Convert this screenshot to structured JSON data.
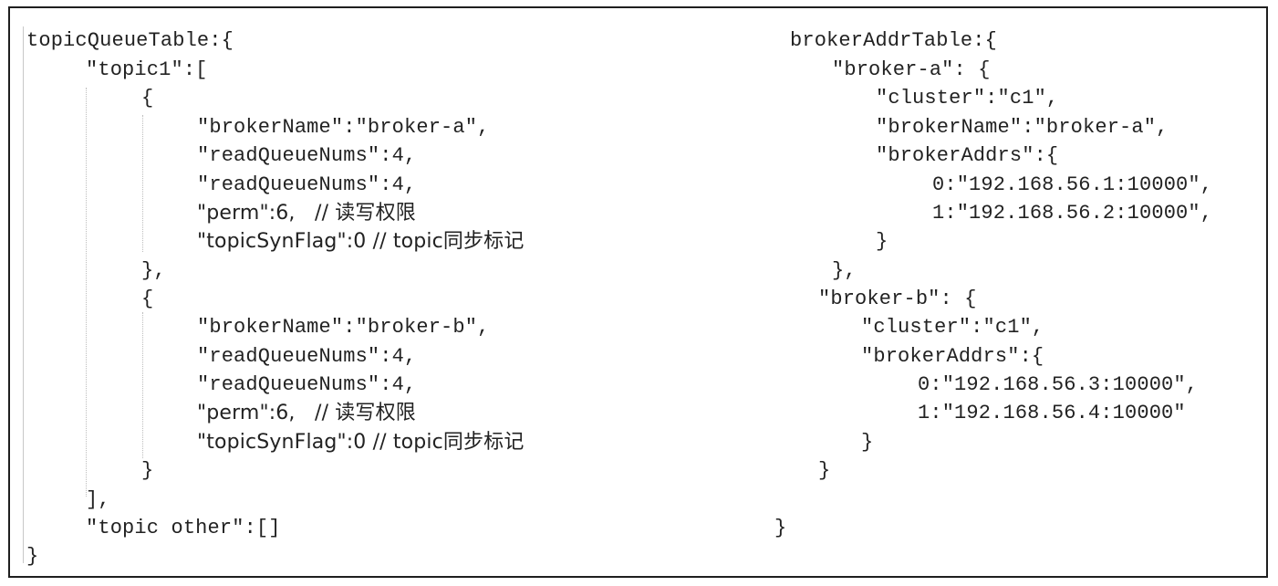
{
  "left_code": {
    "lines": [
      "topicQueueTable:{",
      "\"topic1\":[",
      "{",
      "\"brokerName\":\"broker-a\",",
      "\"readQueueNums\":4,",
      "\"readQueueNums\":4,",
      "\"perm\":6,   // 读写权限",
      "\"topicSynFlag\":0 // topic同步标记",
      "},",
      "{",
      "\"brokerName\":\"broker-b\",",
      "\"readQueueNums\":4,",
      "\"readQueueNums\":4,",
      "\"perm\":6,   // 读写权限",
      "\"topicSynFlag\":0 // topic同步标记",
      "}",
      "],",
      "\"topic other\":[]",
      "}"
    ]
  },
  "right_code": {
    "lines": [
      "brokerAddrTable:{",
      "\"broker-a\": {",
      "\"cluster\":\"c1\",",
      "\"brokerName\":\"broker-a\",",
      "\"brokerAddrs\":{",
      "0:\"192.168.56.1:10000\",",
      "1:\"192.168.56.2:10000\",",
      "}",
      "},",
      "\"broker-b\": {",
      "\"cluster\":\"c1\",",
      "\"brokerAddrs\":{",
      "0:\"192.168.56.3:10000\",",
      "1:\"192.168.56.4:10000\"",
      "}",
      "}",
      "}"
    ]
  }
}
